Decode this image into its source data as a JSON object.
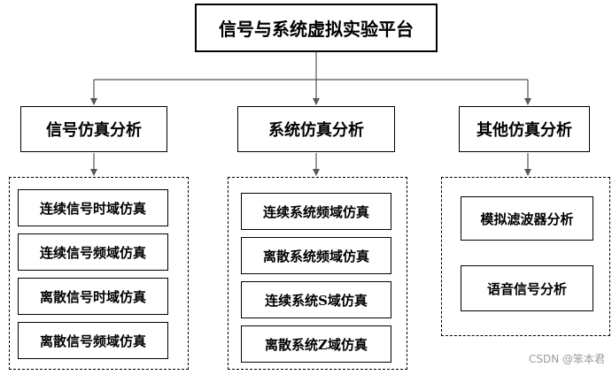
{
  "root": "信号与系统虚拟实验平台",
  "categories": [
    {
      "label": "信号仿真分析",
      "items": [
        "连续信号时域仿真",
        "连续信号频域仿真",
        "离散信号时域仿真",
        "离散信号频域仿真"
      ]
    },
    {
      "label": "系统仿真分析",
      "items": [
        "连续系统频域仿真",
        "离散系统频域仿真",
        "连续系统S域仿真",
        "离散系统Z域仿真"
      ]
    },
    {
      "label": "其他仿真分析",
      "items": [
        "模拟滤波器分析",
        "语音信号分析"
      ]
    }
  ],
  "watermark": "CSDN @笨本君"
}
